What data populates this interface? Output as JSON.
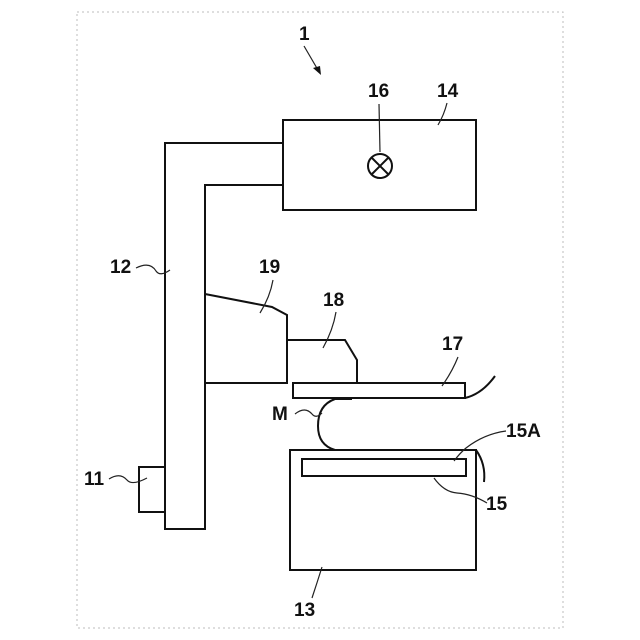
{
  "figure": {
    "ref_labels": {
      "device": "1",
      "base_box": "11",
      "arm": "12",
      "lower_housing": "13",
      "upper_housing": "14",
      "inner_plate": "15",
      "inner_plate_surface": "15A",
      "lamp": "16",
      "compression_plate": "17",
      "holder": "18",
      "face_guard": "19",
      "subject": "M"
    },
    "stroke_color": "#111111"
  }
}
